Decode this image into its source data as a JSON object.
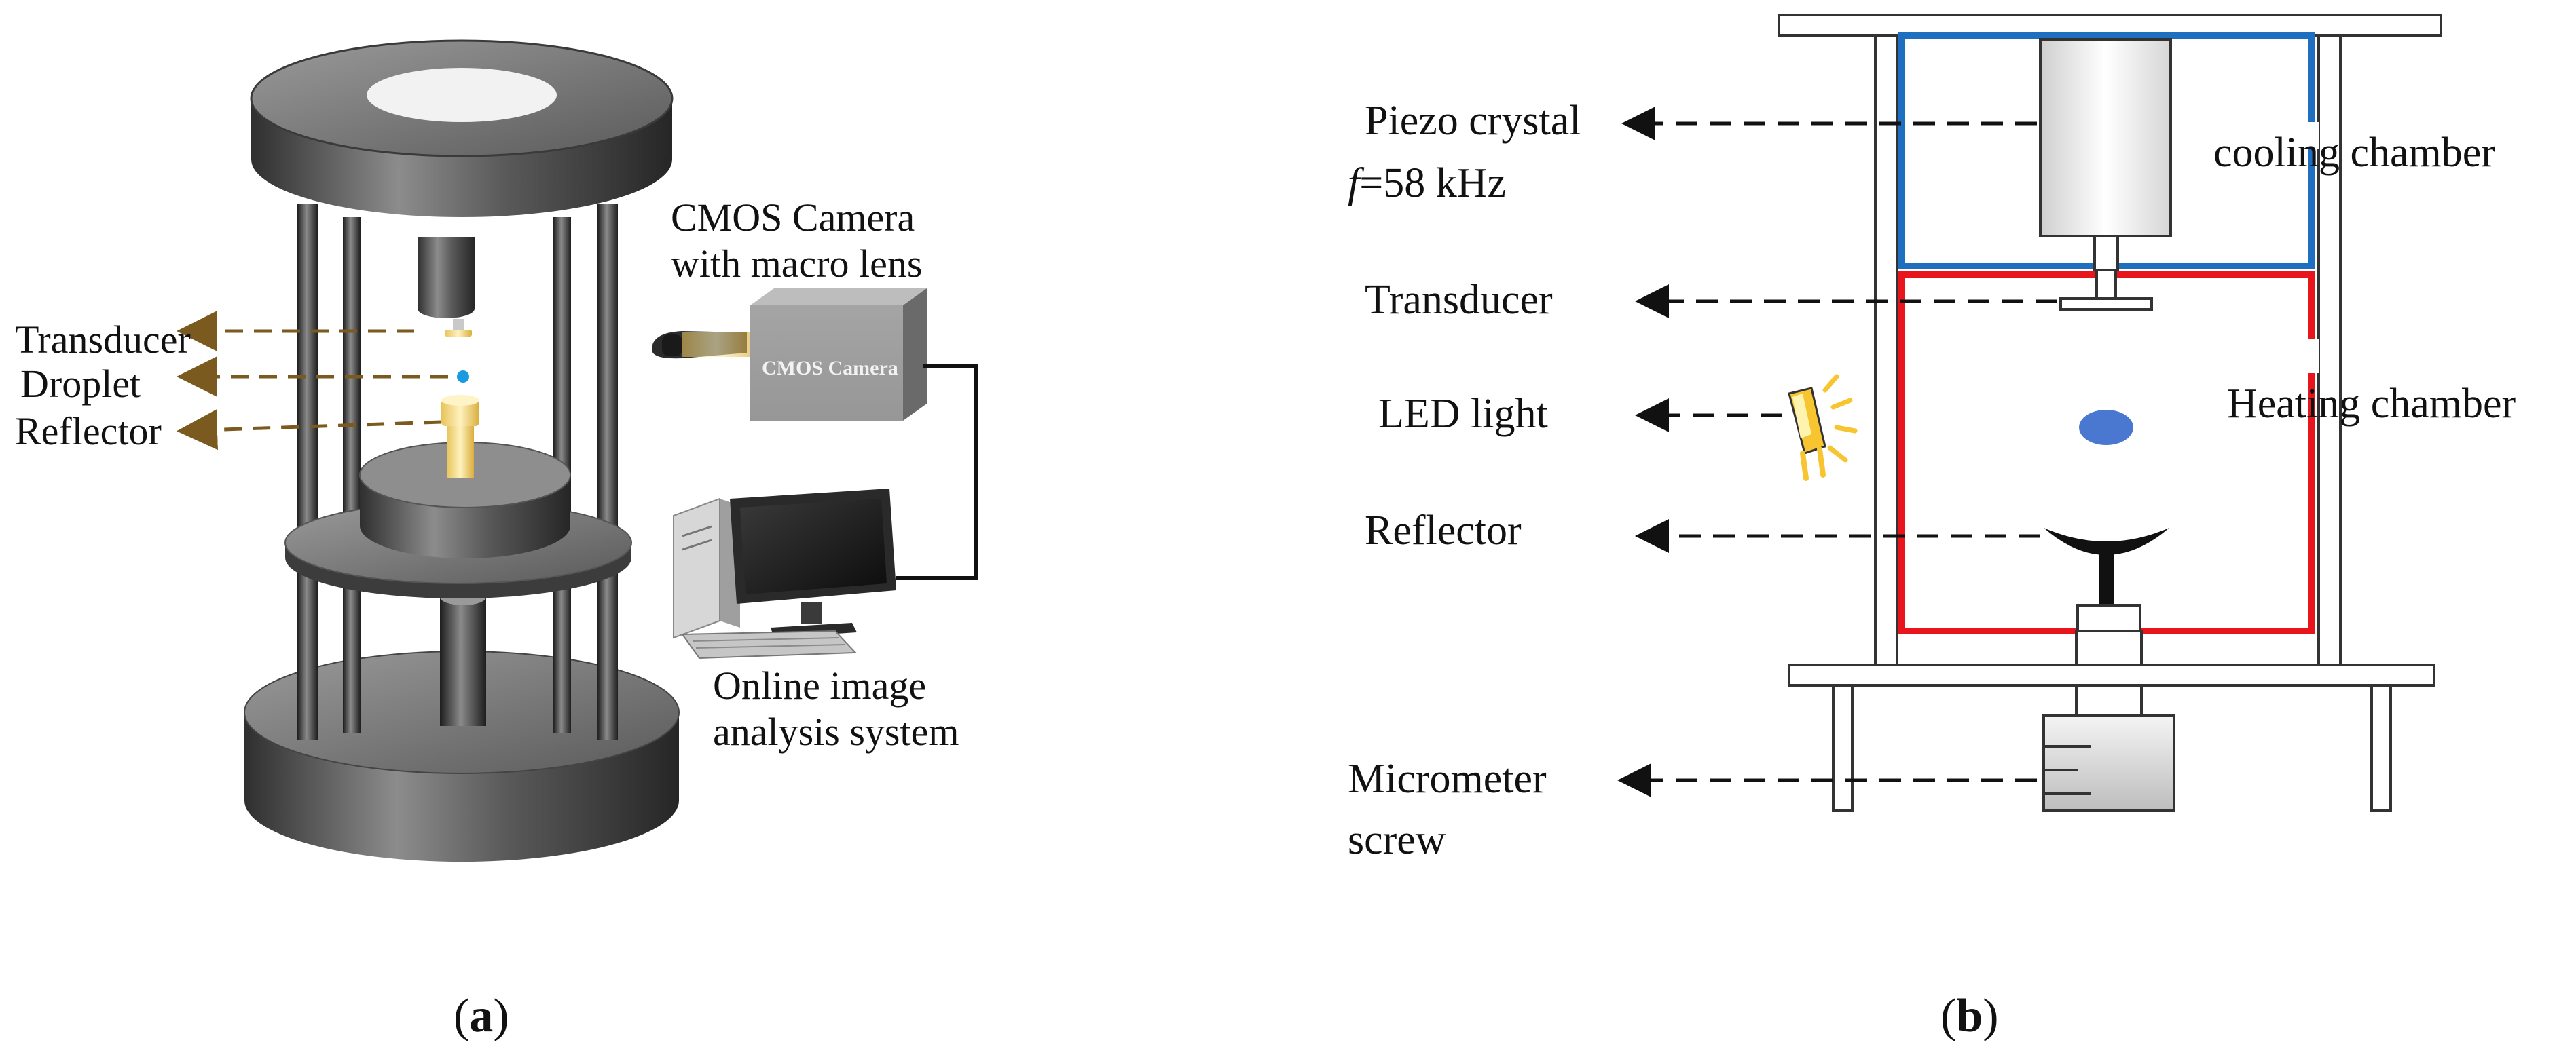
{
  "panel_a": {
    "labels": {
      "transducer": "Transducer",
      "droplet": "Droplet",
      "reflector": "Reflector",
      "camera_line1": "CMOS Camera",
      "camera_line2": "with macro lens",
      "camera_body": "CMOS Camera",
      "online_line1": "Online image",
      "online_line2": "analysis system"
    },
    "caption": {
      "open": "(",
      "letter": "a",
      "close": ")"
    }
  },
  "panel_b": {
    "labels": {
      "piezo_line1": "Piezo crystal",
      "piezo_f": "f",
      "piezo_freq": "=58 kHz",
      "transducer": "Transducer",
      "led": "LED light",
      "reflector": "Reflector",
      "micrometer_line1": "Micrometer",
      "micrometer_line2": "screw",
      "cooling": "cooling chamber",
      "heating": "Heating chamber"
    },
    "caption": {
      "open": "(",
      "letter": "b",
      "close": ")"
    }
  },
  "colors": {
    "arrow_brown": "#7a5a1e",
    "cooling_blue": "#1f6fc0",
    "heating_red": "#e8161c",
    "droplet_blue": "#4a78d0",
    "led_yellow": "#f6c530"
  }
}
